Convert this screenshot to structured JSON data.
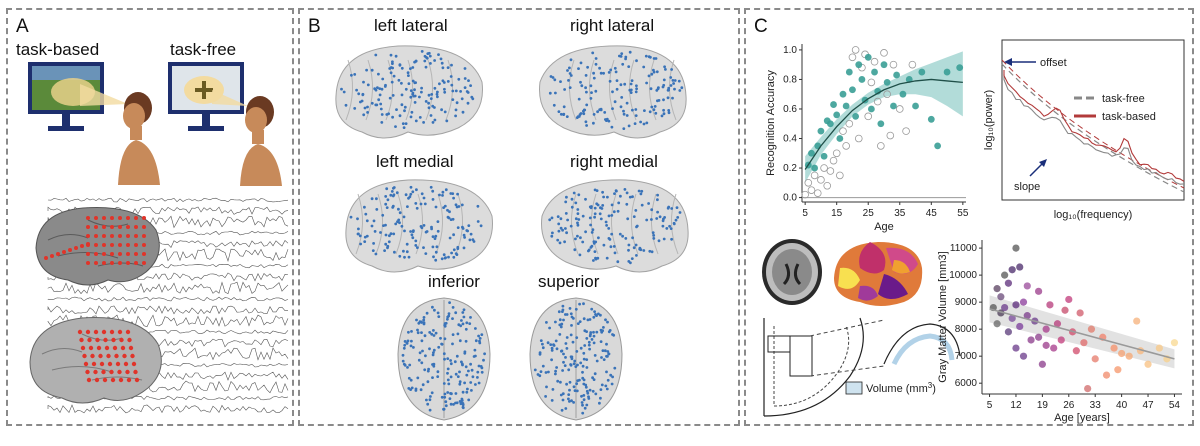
{
  "panel_a": {
    "letter": "A",
    "task_based_label": "task-based",
    "task_free_label": "task-free"
  },
  "panel_b": {
    "letter": "B",
    "views": [
      "left lateral",
      "right lateral",
      "left medial",
      "right medial",
      "inferior",
      "superior"
    ]
  },
  "panel_c": {
    "letter": "C",
    "volume_legend": "Volume (mm",
    "volume_legend_sup": "3",
    "volume_legend_close": ")"
  },
  "chart_data": [
    {
      "type": "scatter",
      "ylabel": "Recognition Accuracy",
      "xlabel": "Age",
      "x_ticks": [
        5,
        15,
        25,
        35,
        45,
        55
      ],
      "y_ticks": [
        0,
        0.2,
        0.4,
        0.6,
        0.8,
        1.0
      ],
      "y_tick_labels": [
        "0.0",
        "0.2",
        "0.4",
        "0.6",
        "0.8",
        "1.0"
      ],
      "xlim": [
        4,
        56
      ],
      "ylim": [
        -0.03,
        1.04
      ],
      "colors": {
        "filled": "#3a9e96",
        "hollow": "#9a9a9a",
        "fit": "#1f4f48",
        "band": "#7fc4c0"
      },
      "fit": [
        [
          5,
          0.19
        ],
        [
          10,
          0.35
        ],
        [
          15,
          0.48
        ],
        [
          20,
          0.59
        ],
        [
          25,
          0.67
        ],
        [
          30,
          0.73
        ],
        [
          35,
          0.77
        ],
        [
          40,
          0.79
        ],
        [
          45,
          0.8
        ],
        [
          50,
          0.79
        ],
        [
          55,
          0.78
        ]
      ],
      "band_upper": [
        [
          5,
          0.28
        ],
        [
          10,
          0.41
        ],
        [
          15,
          0.53
        ],
        [
          20,
          0.63
        ],
        [
          25,
          0.71
        ],
        [
          30,
          0.77
        ],
        [
          35,
          0.82
        ],
        [
          40,
          0.87
        ],
        [
          45,
          0.91
        ],
        [
          50,
          0.95
        ],
        [
          55,
          0.99
        ]
      ],
      "band_lower": [
        [
          5,
          0.1
        ],
        [
          10,
          0.29
        ],
        [
          15,
          0.43
        ],
        [
          20,
          0.55
        ],
        [
          25,
          0.63
        ],
        [
          30,
          0.68
        ],
        [
          35,
          0.7
        ],
        [
          40,
          0.7
        ],
        [
          45,
          0.68
        ],
        [
          50,
          0.62
        ],
        [
          55,
          0.55
        ]
      ],
      "filled_points": [
        [
          6,
          0.22
        ],
        [
          7,
          0.3
        ],
        [
          8,
          0.2
        ],
        [
          9,
          0.35
        ],
        [
          10,
          0.45
        ],
        [
          11,
          0.28
        ],
        [
          12,
          0.52
        ],
        [
          13,
          0.5
        ],
        [
          14,
          0.63
        ],
        [
          15,
          0.56
        ],
        [
          16,
          0.4
        ],
        [
          17,
          0.7
        ],
        [
          18,
          0.62
        ],
        [
          19,
          0.85
        ],
        [
          20,
          0.73
        ],
        [
          21,
          0.55
        ],
        [
          22,
          0.9
        ],
        [
          23,
          0.8
        ],
        [
          24,
          0.66
        ],
        [
          25,
          0.95
        ],
        [
          26,
          0.6
        ],
        [
          27,
          0.85
        ],
        [
          28,
          0.72
        ],
        [
          29,
          0.5
        ],
        [
          30,
          0.9
        ],
        [
          31,
          0.78
        ],
        [
          33,
          0.62
        ],
        [
          34,
          0.83
        ],
        [
          36,
          0.7
        ],
        [
          38,
          0.8
        ],
        [
          40,
          0.62
        ],
        [
          42,
          0.85
        ],
        [
          45,
          0.53
        ],
        [
          47,
          0.35
        ],
        [
          50,
          0.85
        ],
        [
          54,
          0.88
        ]
      ],
      "hollow_points": [
        [
          5,
          0.02
        ],
        [
          6,
          0.1
        ],
        [
          7,
          0.05
        ],
        [
          8,
          0.15
        ],
        [
          9,
          0.03
        ],
        [
          10,
          0.12
        ],
        [
          11,
          0.2
        ],
        [
          12,
          0.08
        ],
        [
          13,
          0.18
        ],
        [
          14,
          0.25
        ],
        [
          15,
          0.3
        ],
        [
          16,
          0.15
        ],
        [
          17,
          0.45
        ],
        [
          18,
          0.35
        ],
        [
          19,
          0.5
        ],
        [
          20,
          0.95
        ],
        [
          21,
          1.0
        ],
        [
          22,
          0.4
        ],
        [
          23,
          0.88
        ],
        [
          24,
          0.97
        ],
        [
          25,
          0.55
        ],
        [
          26,
          0.78
        ],
        [
          27,
          0.92
        ],
        [
          28,
          0.65
        ],
        [
          29,
          0.35
        ],
        [
          30,
          0.98
        ],
        [
          31,
          0.7
        ],
        [
          32,
          0.42
        ],
        [
          33,
          0.9
        ],
        [
          35,
          0.6
        ],
        [
          37,
          0.45
        ],
        [
          39,
          0.9
        ]
      ]
    },
    {
      "type": "line",
      "xlabel": "log₁₀(frequency)",
      "ylabel": "log₁₀(power)",
      "legend_position": "top-right",
      "series": [
        {
          "name": "task-free",
          "color": "#888888",
          "dash": true
        },
        {
          "name": "task-based",
          "color": "#b23a3a",
          "dash": false
        }
      ],
      "annotations": [
        "offset",
        "slope"
      ],
      "annotation_color": "#1a2f7a"
    },
    {
      "type": "scatter",
      "ylabel": "Gray Matter Volume [mm3]",
      "xlabel": "Age [years]",
      "x_ticks": [
        5,
        12,
        19,
        26,
        33,
        40,
        47,
        54
      ],
      "y_ticks": [
        6000,
        7000,
        8000,
        9000,
        10000,
        11000
      ],
      "xlim": [
        3,
        56
      ],
      "ylim": [
        5600,
        11300
      ],
      "fit": [
        [
          5,
          8750
        ],
        [
          54,
          6900
        ]
      ],
      "fit_color": "#9a9a9a",
      "points": [
        [
          6,
          8800,
          "#555555"
        ],
        [
          7,
          9500,
          "#5a4060"
        ],
        [
          7,
          8200,
          "#666666"
        ],
        [
          8,
          8600,
          "#4a3a55"
        ],
        [
          8,
          9200,
          "#6a4a7a"
        ],
        [
          9,
          10000,
          "#555555"
        ],
        [
          9,
          8800,
          "#6a3a8a"
        ],
        [
          10,
          7900,
          "#5a3a7a"
        ],
        [
          10,
          9700,
          "#5c2c7a"
        ],
        [
          11,
          8400,
          "#7a4a9a"
        ],
        [
          11,
          10200,
          "#4a2a6a"
        ],
        [
          12,
          11000,
          "#555555"
        ],
        [
          12,
          7300,
          "#6a3a8a"
        ],
        [
          12,
          8900,
          "#5a2a7a"
        ],
        [
          13,
          8100,
          "#7a3a9a"
        ],
        [
          13,
          10300,
          "#4a2a6a"
        ],
        [
          14,
          9000,
          "#8a3a9a"
        ],
        [
          14,
          7000,
          "#6a3a8a"
        ],
        [
          15,
          8500,
          "#7a3a8a"
        ],
        [
          15,
          9600,
          "#9a4a9a"
        ],
        [
          16,
          7600,
          "#8a3a8a"
        ],
        [
          17,
          8300,
          "#6a3a8a"
        ],
        [
          18,
          7700,
          "#8a3a8a"
        ],
        [
          18,
          9400,
          "#9a3a8a"
        ],
        [
          19,
          6700,
          "#8a3a8a"
        ],
        [
          20,
          8000,
          "#a53a8a"
        ],
        [
          20,
          7400,
          "#9a3a8a"
        ],
        [
          21,
          8900,
          "#b53a7a"
        ],
        [
          22,
          7300,
          "#a53a8a"
        ],
        [
          23,
          8200,
          "#b53a7a"
        ],
        [
          24,
          7600,
          "#c03a7a"
        ],
        [
          25,
          8700,
          "#c54a6a"
        ],
        [
          26,
          9100,
          "#c03a7a"
        ],
        [
          27,
          7900,
          "#d04a6a"
        ],
        [
          28,
          7200,
          "#d04a6a"
        ],
        [
          29,
          8600,
          "#d05a6a"
        ],
        [
          30,
          7500,
          "#e06a6a"
        ],
        [
          31,
          5800,
          "#d06a6a"
        ],
        [
          32,
          8000,
          "#e07a6a"
        ],
        [
          33,
          6900,
          "#e57a6a"
        ],
        [
          35,
          7700,
          "#f0806a"
        ],
        [
          36,
          6300,
          "#f08a6a"
        ],
        [
          38,
          7300,
          "#f5906a"
        ],
        [
          39,
          6500,
          "#f5956a"
        ],
        [
          40,
          7100,
          "#f5a070"
        ],
        [
          42,
          7000,
          "#f5a570"
        ],
        [
          44,
          8300,
          "#f5b07a"
        ],
        [
          45,
          7200,
          "#f8b57a"
        ],
        [
          47,
          6700,
          "#f8c080"
        ],
        [
          50,
          7300,
          "#f8c885"
        ],
        [
          52,
          6900,
          "#f8d08a"
        ],
        [
          54,
          7500,
          "#f8d890"
        ]
      ]
    }
  ]
}
